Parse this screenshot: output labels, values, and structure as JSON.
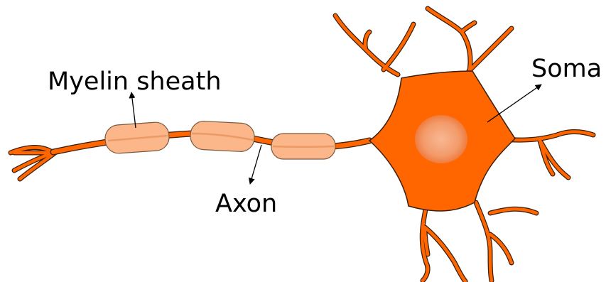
{
  "labels": {
    "myelin": "Myelin sheath",
    "axon": "Axon",
    "soma": "Soma"
  },
  "colors": {
    "neuron": "#ff6600",
    "outline": "#3a1e0a",
    "myelin_fill": "#fbb68a",
    "myelin_outline": "#7a5a40",
    "nucleus": "#f6a47a",
    "arrow": "#000000"
  }
}
